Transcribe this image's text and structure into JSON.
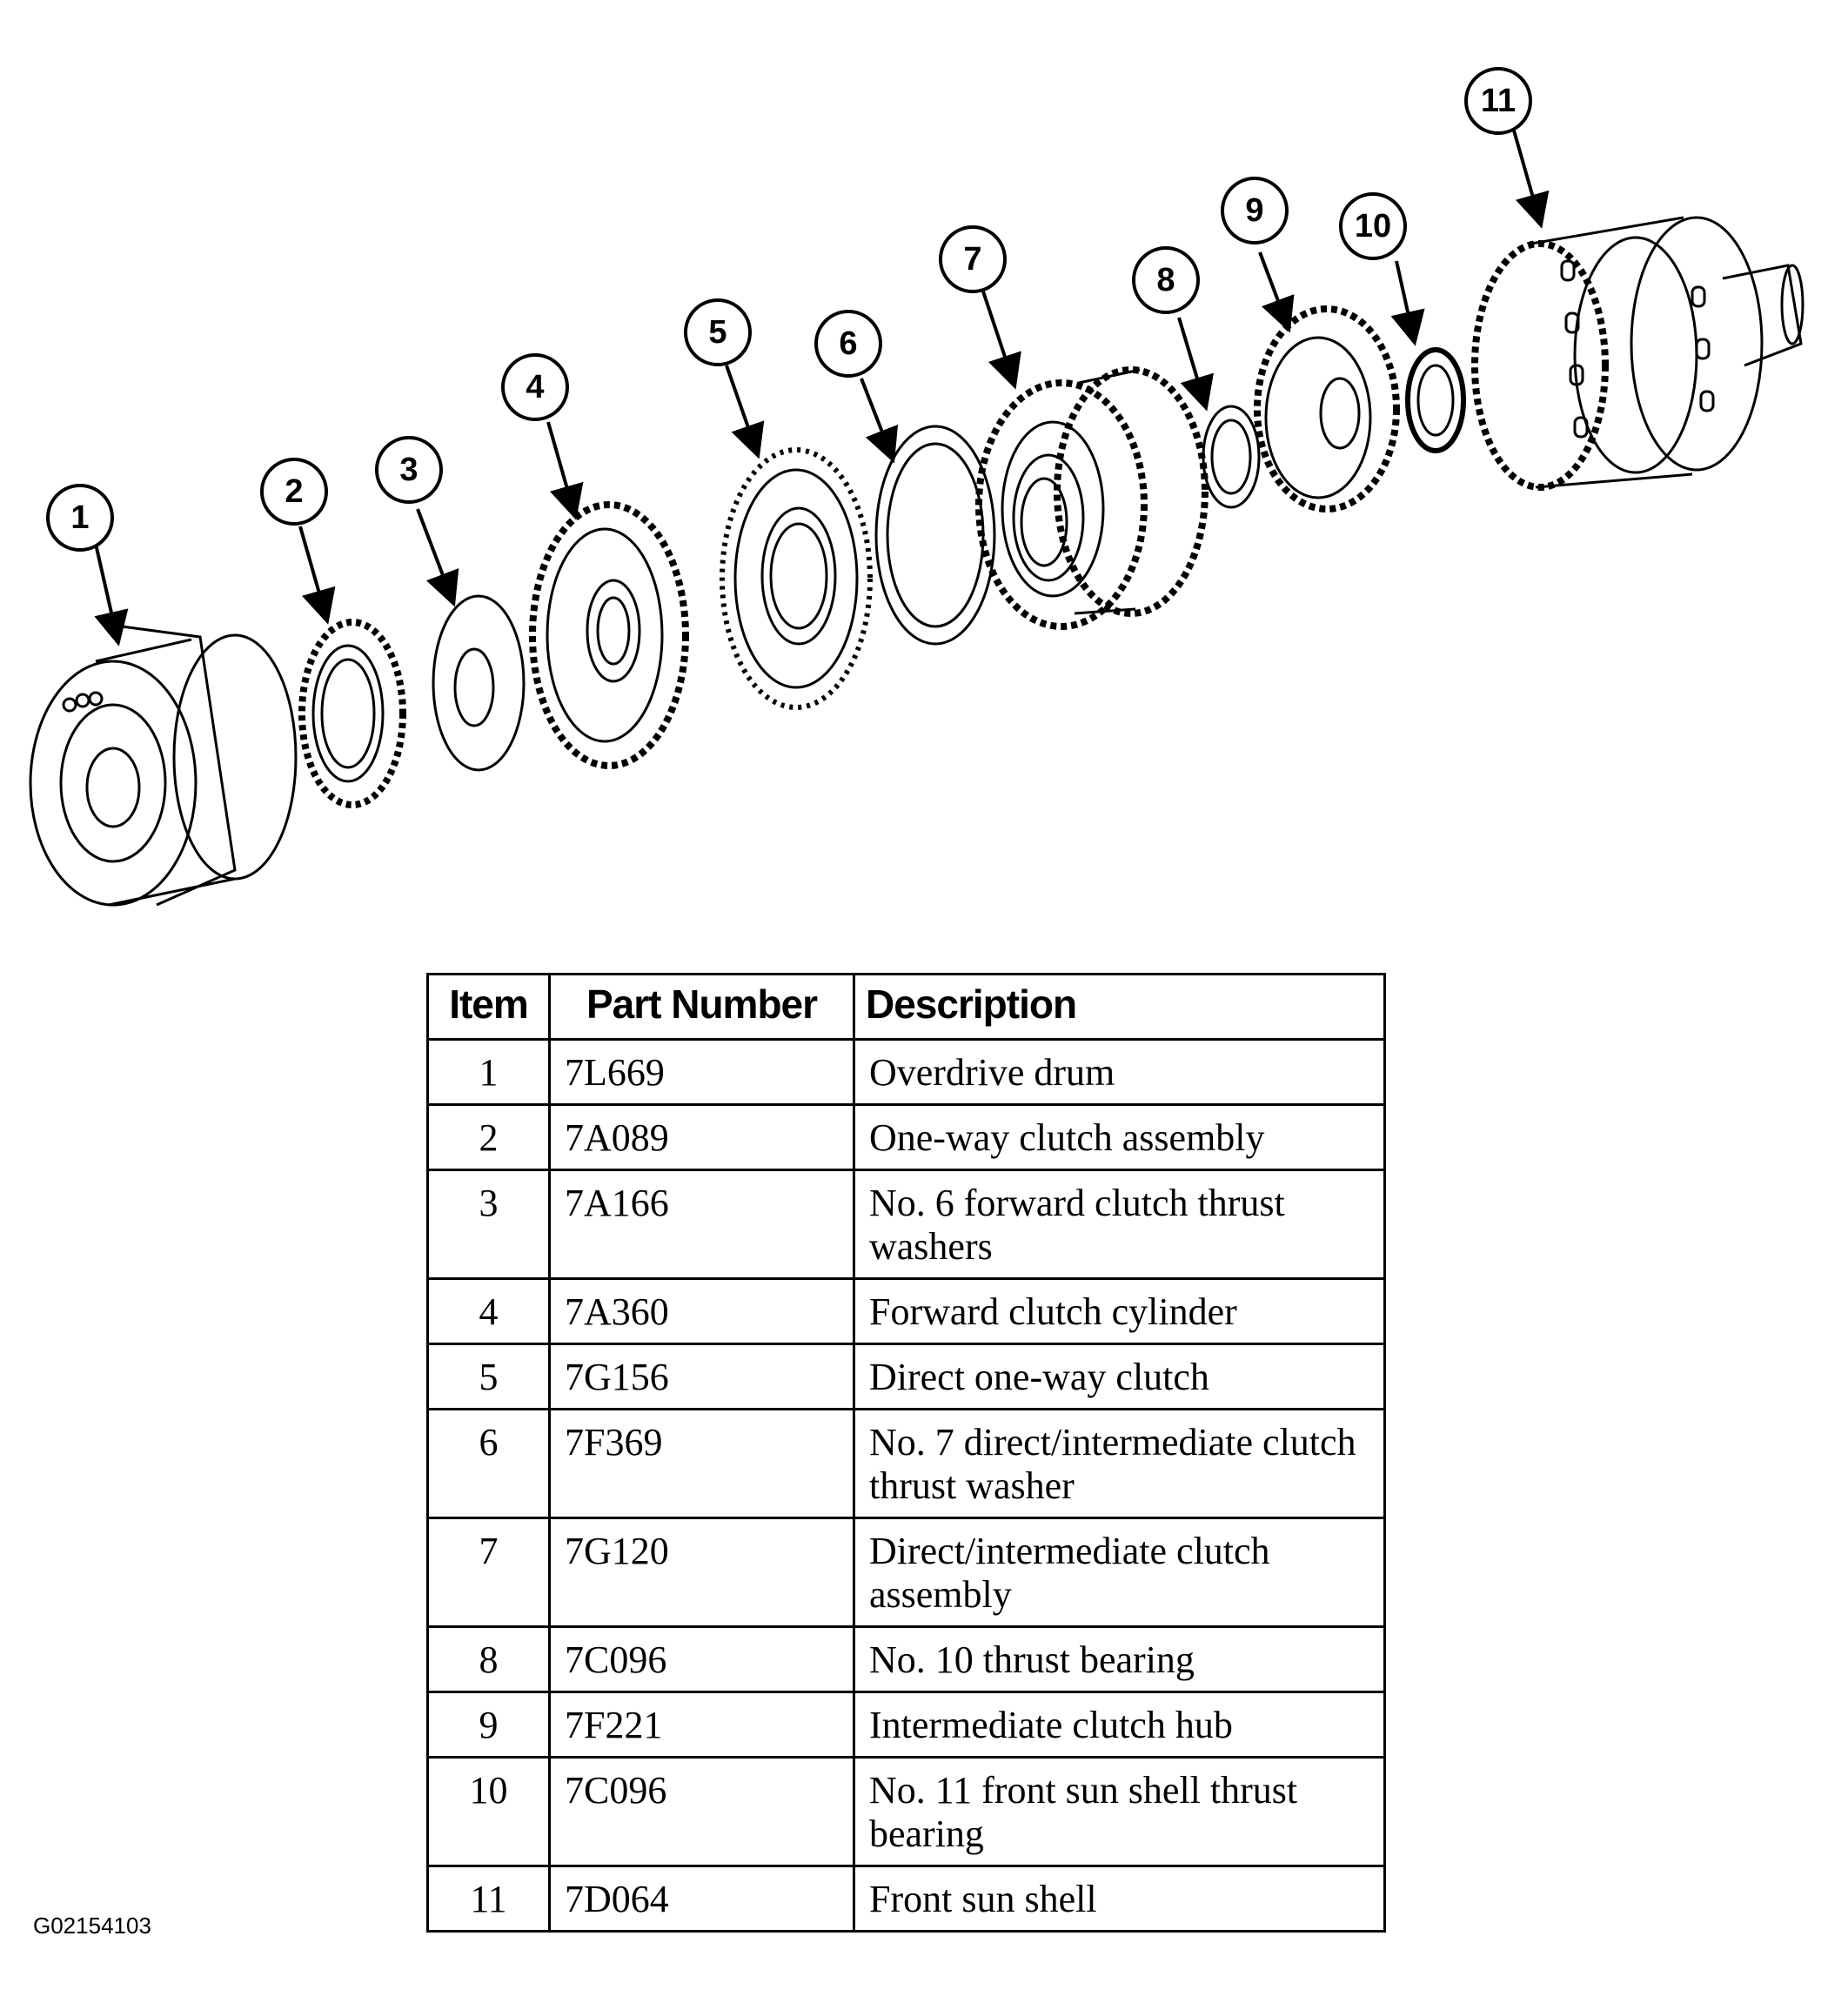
{
  "callouts": [
    {
      "label": "1"
    },
    {
      "label": "2"
    },
    {
      "label": "3"
    },
    {
      "label": "4"
    },
    {
      "label": "5"
    },
    {
      "label": "6"
    },
    {
      "label": "7"
    },
    {
      "label": "8"
    },
    {
      "label": "9"
    },
    {
      "label": "10"
    },
    {
      "label": "11"
    }
  ],
  "table": {
    "headers": {
      "item": "Item",
      "part_number": "Part Number",
      "description": "Description"
    },
    "rows": [
      {
        "item": "1",
        "part": "7L669",
        "desc": "Overdrive drum"
      },
      {
        "item": "2",
        "part": "7A089",
        "desc": "One-way clutch assembly"
      },
      {
        "item": "3",
        "part": "7A166",
        "desc": "No. 6 forward clutch thrust washers"
      },
      {
        "item": "4",
        "part": "7A360",
        "desc": "Forward clutch cylinder"
      },
      {
        "item": "5",
        "part": "7G156",
        "desc": "Direct one-way clutch"
      },
      {
        "item": "6",
        "part": "7F369",
        "desc": "No. 7 direct/intermediate clutch thrust washer"
      },
      {
        "item": "7",
        "part": "7G120",
        "desc": "Direct/intermediate clutch assembly"
      },
      {
        "item": "8",
        "part": "7C096",
        "desc": "No. 10 thrust bearing"
      },
      {
        "item": "9",
        "part": "7F221",
        "desc": "Intermediate clutch hub"
      },
      {
        "item": "10",
        "part": "7C096",
        "desc": "No. 11 front sun shell thrust bearing"
      },
      {
        "item": "11",
        "part": "7D064",
        "desc": "Front sun shell"
      }
    ]
  },
  "figure_id": "G02154103"
}
